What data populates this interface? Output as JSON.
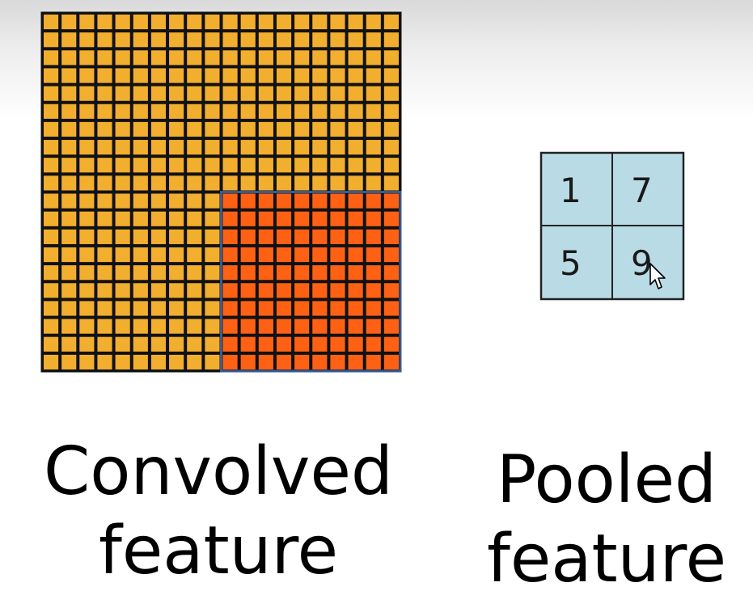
{
  "colors": {
    "background_top": "#d9d9d9",
    "background": "#ffffff",
    "convolved_cell": "#f2ae2e",
    "highlight_cell": "#ff6114",
    "grid_line": "#111111",
    "highlight_border": "#3c5a8c",
    "pooled_cell": "#b9dbe6"
  },
  "convolved": {
    "rows": 20,
    "cols": 20,
    "highlight": {
      "row_start": 10,
      "row_end": 19,
      "col_start": 10,
      "col_end": 19
    }
  },
  "pooled": {
    "values": [
      "1",
      "7",
      "5",
      "9"
    ]
  },
  "labels": {
    "convolved_line1": "Convolved",
    "convolved_line2": "feature",
    "pooled_line1": "Pooled",
    "pooled_line2": "feature"
  },
  "cursor": {
    "icon": "arrow-cursor-icon",
    "over": "pooled-cell-4"
  }
}
